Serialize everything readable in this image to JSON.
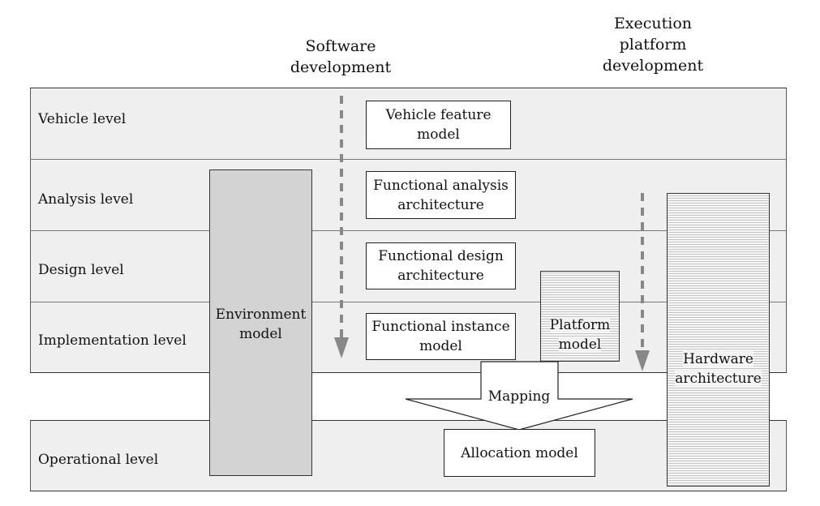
{
  "headers": {
    "software": "Software\ndevelopment",
    "platform": "Execution\nplatform\ndevelopment"
  },
  "levels": [
    {
      "label": "Vehicle level"
    },
    {
      "label": "Analysis level"
    },
    {
      "label": "Design level"
    },
    {
      "label": "Implementation level"
    },
    {
      "label": "Operational level"
    }
  ],
  "boxes": {
    "vehicle_feature": "Vehicle feature\nmodel",
    "functional_analysis": "Functional analysis\narchitecture",
    "functional_design": "Functional design\narchitecture",
    "functional_instance": "Functional instance\nmodel",
    "allocation": "Allocation model",
    "environment": "Environment\nmodel",
    "platform": "Platform\nmodel",
    "hardware": "Hardware\narchitecture",
    "mapping": "Mapping"
  },
  "colors": {
    "band": "#efefef",
    "environment_fill": "#d3d3d3",
    "arrow_gray": "#888888"
  }
}
